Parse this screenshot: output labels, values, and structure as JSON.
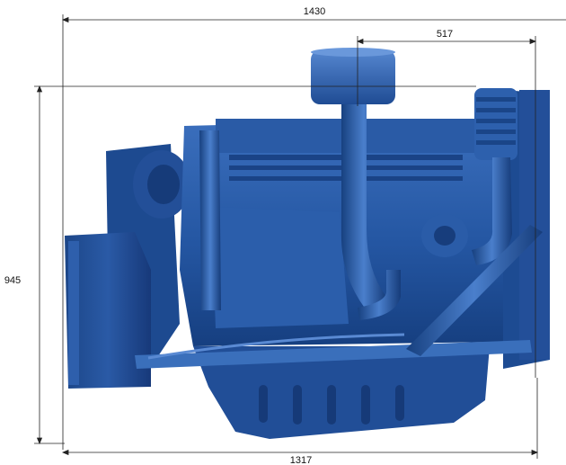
{
  "drawing": {
    "dimensions": {
      "overall_length": "1430",
      "air_filter_offset": "517",
      "height": "945",
      "base_length": "1317"
    },
    "colors": {
      "engine_base": "#1f4f97",
      "engine_dark": "#12366f",
      "engine_light": "#3f73bf",
      "dimension_line": "#222222"
    }
  }
}
